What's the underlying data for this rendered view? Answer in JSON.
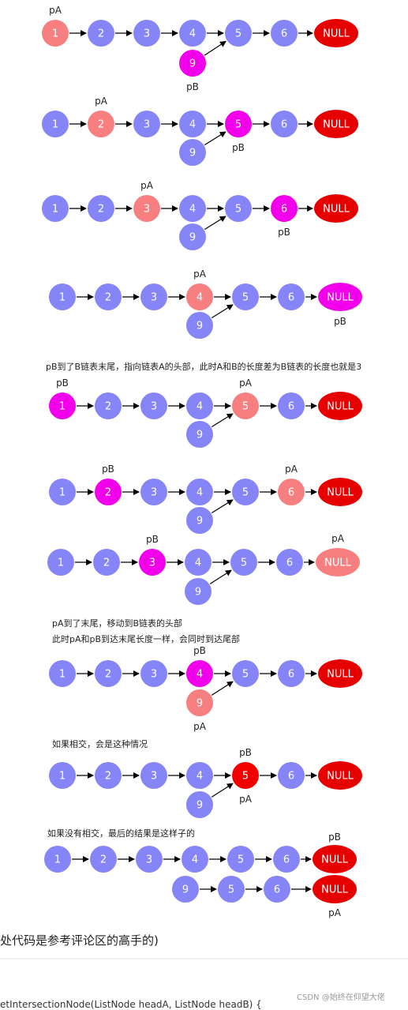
{
  "colors": {
    "node": "#8585f7",
    "pA": "#f77f80",
    "pB": "#f200ec",
    "null": "#e60000",
    "intersect": "#f20000",
    "arrow": "#000000"
  },
  "node_labels": [
    "1",
    "2",
    "3",
    "4",
    "5",
    "6",
    "9"
  ],
  "null_label": "NULL",
  "pointer_labels": {
    "pA": "pA",
    "pB": "pB"
  },
  "captions": [
    "pB到了B链表末尾，指向链表A的头部，此时A和B的长度差为B链表的长度也就是3",
    "pA到了末尾，移动到B链表的头部",
    "此时pA和pB到达末尾长度一样，会同时到达尾部",
    "如果相交，会是这种情况",
    "如果没有相交，最后的结果是这样子的"
  ],
  "footer_text": "处代码是参考评论区的高手的)",
  "code_line": "etIntersectionNode(ListNode headA, ListNode headB) {",
  "watermark": "CSDN @始终在仰望大佬",
  "diagrams": [
    {
      "pA": "1",
      "pB": "9"
    },
    {
      "pA": "2",
      "pB": "5"
    },
    {
      "pA": "3",
      "pB": "6"
    },
    {
      "pA": "4",
      "pB": "NULL"
    },
    {
      "pA": "5",
      "pB": "1"
    },
    {
      "pA": "6",
      "pB": "2"
    },
    {
      "pA": "NULL",
      "pB": "3"
    },
    {
      "pA": "9",
      "pB": "4"
    },
    {
      "pA": "5",
      "pB": "5"
    },
    {
      "pA": "NULL",
      "pB": "NULL"
    }
  ]
}
